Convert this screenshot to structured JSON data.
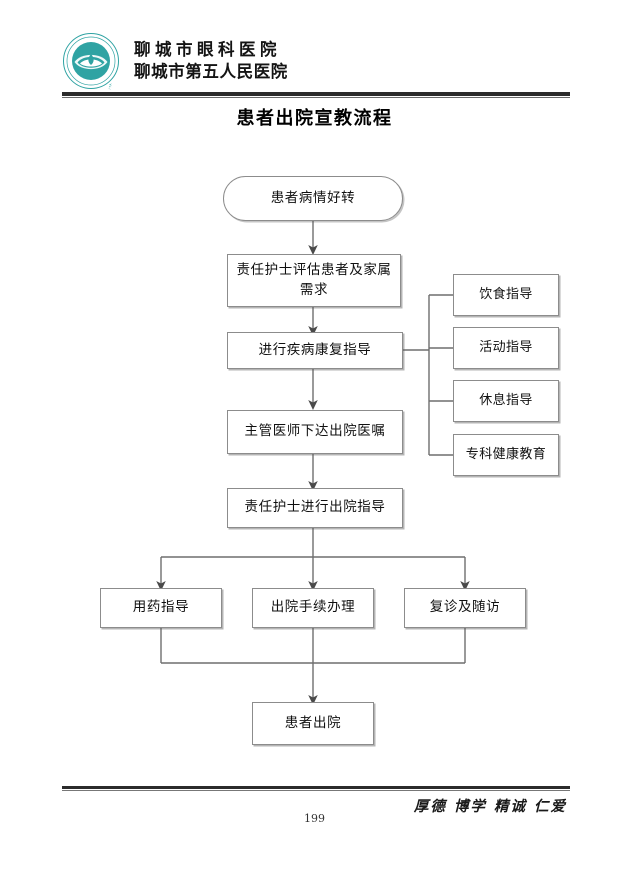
{
  "header": {
    "hospital_name_line1": "聊城市眼科医院",
    "hospital_name_line2": "聊城市第五人民医院",
    "logo_icon": "hospital-eye-emblem-icon"
  },
  "title": "患者出院宣教流程",
  "flowchart": {
    "nodes": [
      {
        "id": "start",
        "label": "患者病情好转",
        "shape": "rounded"
      },
      {
        "id": "assess",
        "label": "责任护士评估患者及家属需求",
        "shape": "rect"
      },
      {
        "id": "rehab",
        "label": "进行疾病康复指导",
        "shape": "rect"
      },
      {
        "id": "orders",
        "label": "主管医师下达出院医嘱",
        "shape": "rect"
      },
      {
        "id": "discharge-edu",
        "label": "责任护士进行出院指导",
        "shape": "rect"
      },
      {
        "id": "medication",
        "label": "用药指导",
        "shape": "rect"
      },
      {
        "id": "formalities",
        "label": "出院手续办理",
        "shape": "rect"
      },
      {
        "id": "followup",
        "label": "复诊及随访",
        "shape": "rect"
      },
      {
        "id": "end",
        "label": "患者出院",
        "shape": "rect"
      }
    ],
    "branches": [
      {
        "id": "diet",
        "label": "饮食指导"
      },
      {
        "id": "activity",
        "label": "活动指导"
      },
      {
        "id": "rest",
        "label": "休息指导"
      },
      {
        "id": "specialty",
        "label": "专科健康教育"
      }
    ]
  },
  "footer": {
    "motto": "厚德 博学 精诚 仁爱",
    "page_number": "199"
  },
  "colors": {
    "logo_teal": "#2fa3a3",
    "border_gray": "#8c8c8c",
    "rule_dark": "#2b2b2b"
  }
}
